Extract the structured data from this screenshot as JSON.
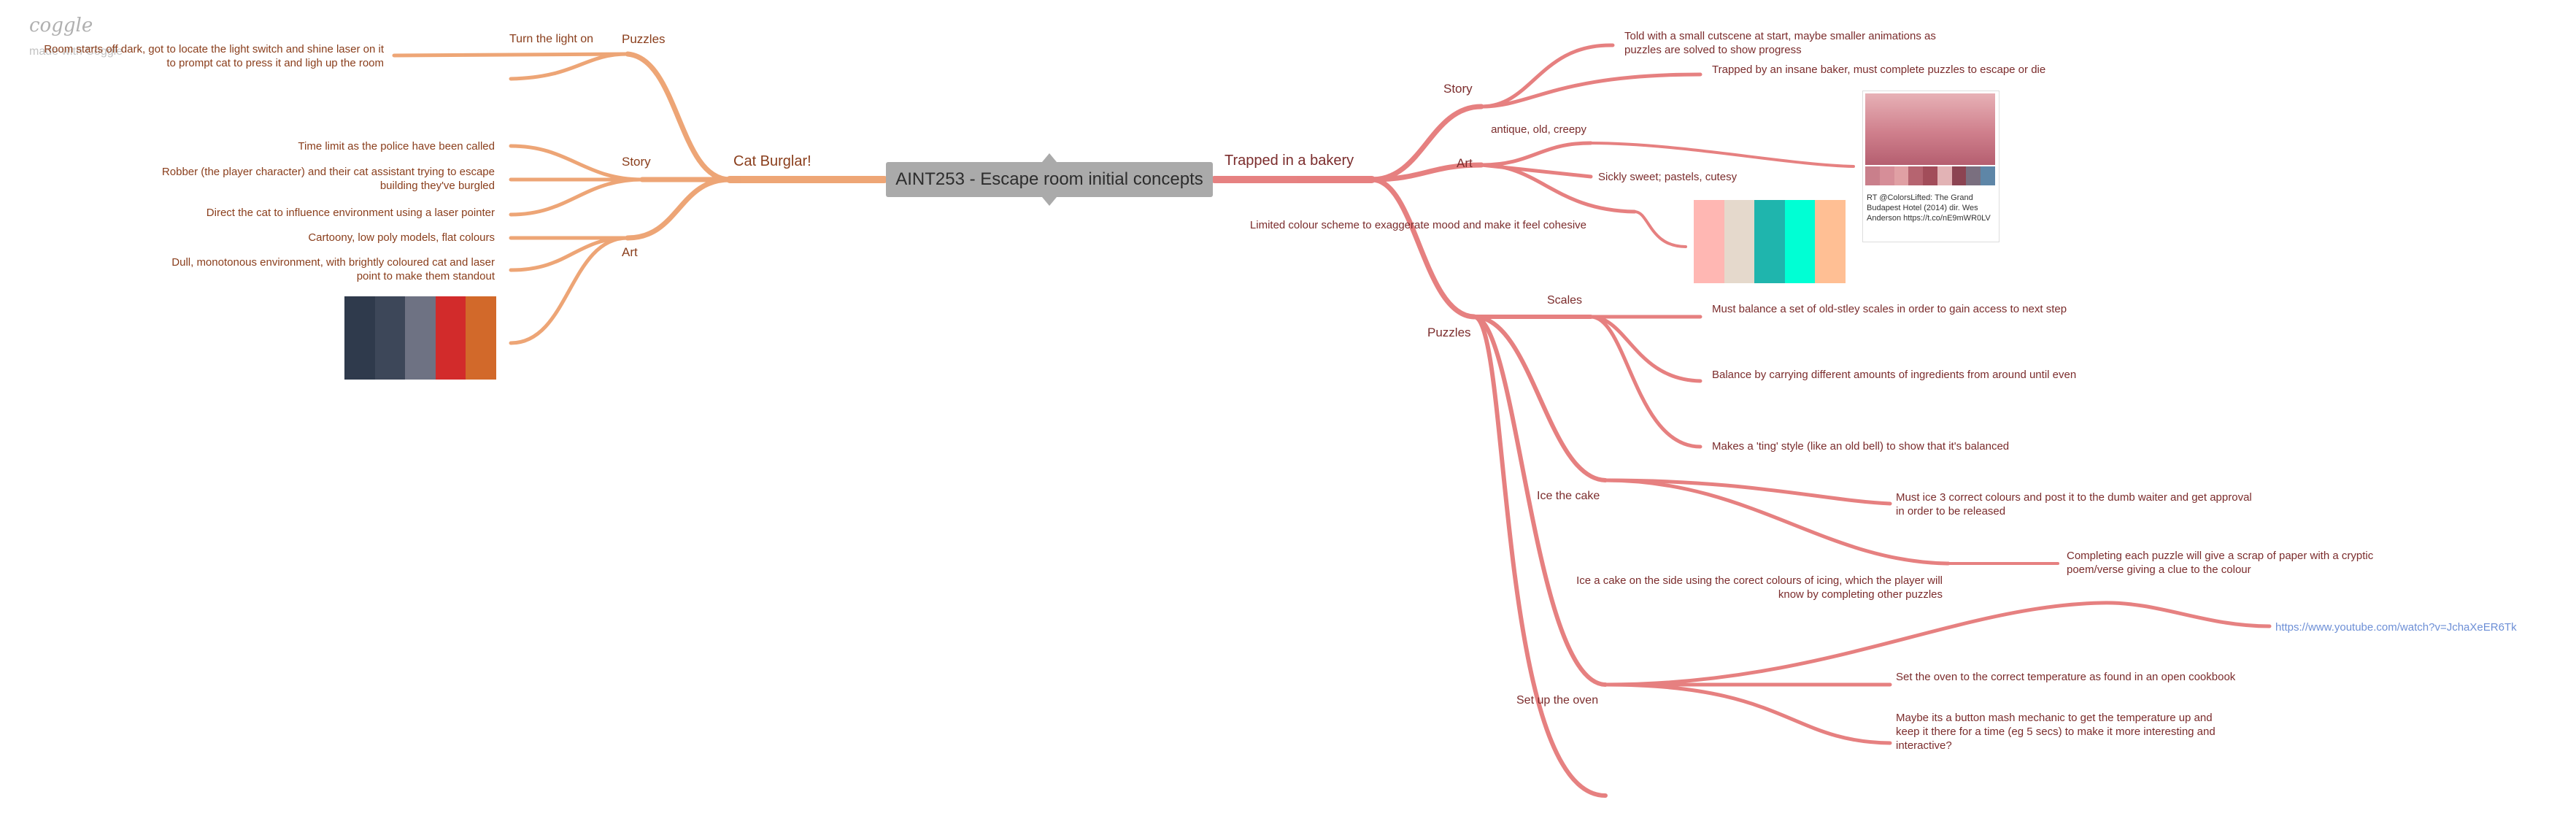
{
  "brand": {
    "logo": "coggle",
    "made_with": "made with Coggle"
  },
  "root": {
    "title": "AINT253 - Escape room initial concepts"
  },
  "left_branch": {
    "title": "Cat Burglar!",
    "color": "#eda16f",
    "puzzles": {
      "label": "Puzzles",
      "turn_light_label": "Turn the light on",
      "turn_light_detail": "Room starts off dark, got to locate the light switch and shine laser on it to prompt cat to press it and ligh up the room"
    },
    "story": {
      "label": "Story",
      "items": [
        "Time limit as the police have been called",
        "Robber (the player character) and their cat assistant trying to escape building they've burgled",
        "Direct the cat to influence environment using a laser pointer"
      ]
    },
    "art": {
      "label": "Art",
      "items": [
        "Cartoony, low poly models, flat colours",
        "Dull, monotonous environment, with brightly coloured cat and laser point to make them standout"
      ],
      "palette": [
        "#2f3a4c",
        "#3d4759",
        "#6e7283",
        "#d22b2b",
        "#d2692a"
      ]
    }
  },
  "right_branch": {
    "title": "Trapped in a bakery",
    "color": "#e57a7a",
    "story": {
      "label": "Story",
      "items": [
        "Told with a small cutscene at start, maybe smaller animations as puzzles are solved to show progress",
        "Trapped by an insane baker, must complete puzzles to escape or die"
      ]
    },
    "art": {
      "label": "Art",
      "items": [
        "antique, old, creepy",
        "Sickly sweet; pastels, cutesy",
        "Limited colour scheme to exaggerate mood and make it feel cohesive"
      ],
      "photo_caption": "RT @ColorsLifted: The Grand Budapest Hotel (2014) dir. Wes Anderson https://t.co/nE9mWR0LV",
      "photo_palette": [
        "#c97f8b",
        "#d68e98",
        "#e0a0a4",
        "#b66470",
        "#a24d5a",
        "#e2b3b5",
        "#8c4452",
        "#7a6f7f",
        "#5e86a7"
      ],
      "pastel_palette": [
        "#ffb7b3",
        "#e5d9cc",
        "#1fb5ad",
        "#00ffd4",
        "#ffbf94"
      ]
    },
    "puzzles": {
      "label": "Puzzles",
      "scales": {
        "label": "Scales",
        "items": [
          "Must balance a set of old-stley scales in order to gain access to next step",
          "Balance by carrying different amounts of ingredients from around until even",
          "Makes a 'ting' style (like an old bell) to show that it's balanced"
        ]
      },
      "ice_cake": {
        "label": "Ice the cake",
        "items": [
          "Must ice 3 correct colours and post it to the dumb waiter and get approval in order to be released",
          "Completing each puzzle will give a scrap of paper with a cryptic poem/verse giving a clue to the colour",
          "Ice a cake on the side using the corect colours of icing, which the player will know by completing other puzzles"
        ]
      },
      "oven": {
        "label": "Set up the oven",
        "link": "https://www.youtube.com/watch?v=JchaXeER6Tk",
        "items": [
          "Set the oven to the correct temperature as found in an open cookbook",
          "Maybe its a button mash mechanic to get the temperature up and keep it there for a time (eg 5 secs) to make it more interesting and interactive?"
        ]
      }
    }
  }
}
